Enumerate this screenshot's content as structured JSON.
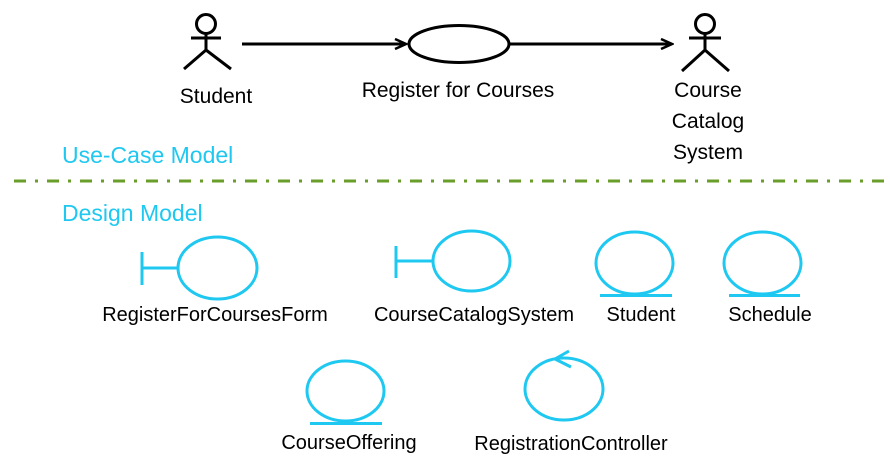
{
  "colors": {
    "ink": "#000000",
    "accent": "#1ec8f0",
    "divider": "#6a9e2a",
    "background": "#ffffff"
  },
  "use_case_model": {
    "section_label": "Use-Case Model",
    "actors": [
      {
        "id": "student",
        "label": "Student"
      },
      {
        "id": "course-catalog-system",
        "label": "Course\nCatalog\nSystem"
      }
    ],
    "use_cases": [
      {
        "id": "register-for-courses",
        "label": "Register for Courses"
      }
    ],
    "associations": [
      {
        "from": "student",
        "to": "register-for-courses",
        "arrow": "open"
      },
      {
        "from": "register-for-courses",
        "to": "course-catalog-system",
        "arrow": "open"
      }
    ]
  },
  "divider": {
    "style": "dash-dot"
  },
  "design_model": {
    "section_label": "Design Model",
    "classes": [
      {
        "id": "register-for-courses-form",
        "label": "RegisterForCoursesForm",
        "stereotype": "boundary"
      },
      {
        "id": "course-catalog-system-class",
        "label": "CourseCatalogSystem",
        "stereotype": "boundary"
      },
      {
        "id": "student-entity",
        "label": "Student",
        "stereotype": "entity"
      },
      {
        "id": "schedule-entity",
        "label": "Schedule",
        "stereotype": "entity"
      },
      {
        "id": "course-offering-entity",
        "label": "CourseOffering",
        "stereotype": "entity"
      },
      {
        "id": "registration-controller",
        "label": "RegistrationController",
        "stereotype": "control"
      }
    ]
  }
}
